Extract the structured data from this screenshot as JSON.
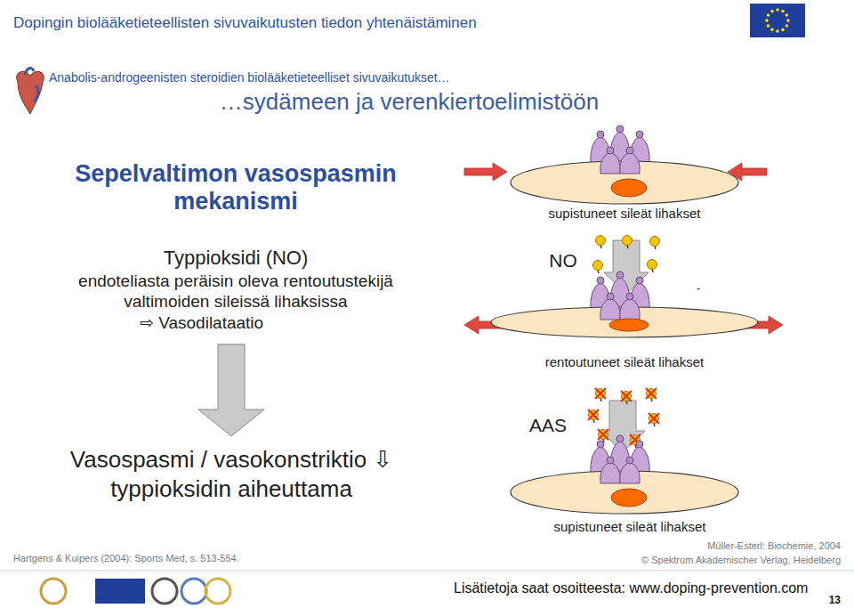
{
  "diagram": {
    "title": "Sepelvaltimon vasospasmin mekanismi",
    "nodes": [
      {
        "text": [
          "Typpioksidi (NO)",
          "endoteliasta peräisin oleva rentoutustekijä valtimoiden sileissä lihaksissa",
          "⇨ Vasodilataatio"
        ]
      },
      {
        "text": [
          "Vasospasmi / vasokonstriktio ⇩ typpioksidin aiheuttama"
        ]
      }
    ],
    "edges": [
      {
        "from": 0,
        "to": 1,
        "arrow": "to"
      }
    ],
    "labels": [
      "Dopingin biolääketieteellisten sivuvaikutusten tiedon yhtenäistäminen",
      "Anabolis-androgeenisten steroidien biolääketieteelliset sivuvaikutukset…",
      "…sydämeen ja verenkiertoelimistöön",
      "supistuneet sileät lihakset",
      "NO",
      "-",
      "rentoutuneet sileät lihakset",
      "AAS",
      "supistuneet sileät lihakset",
      "Hartgens & Kuipers (2004): Sports Med, s. 513-554.",
      "Müller-Esterl: Biochemie, 2004",
      "© Spektrum Akademischer Verlag, Heidelberg",
      "Lisätietoja saat osoitteesta: www.doping-prevention.com",
      "13"
    ]
  }
}
